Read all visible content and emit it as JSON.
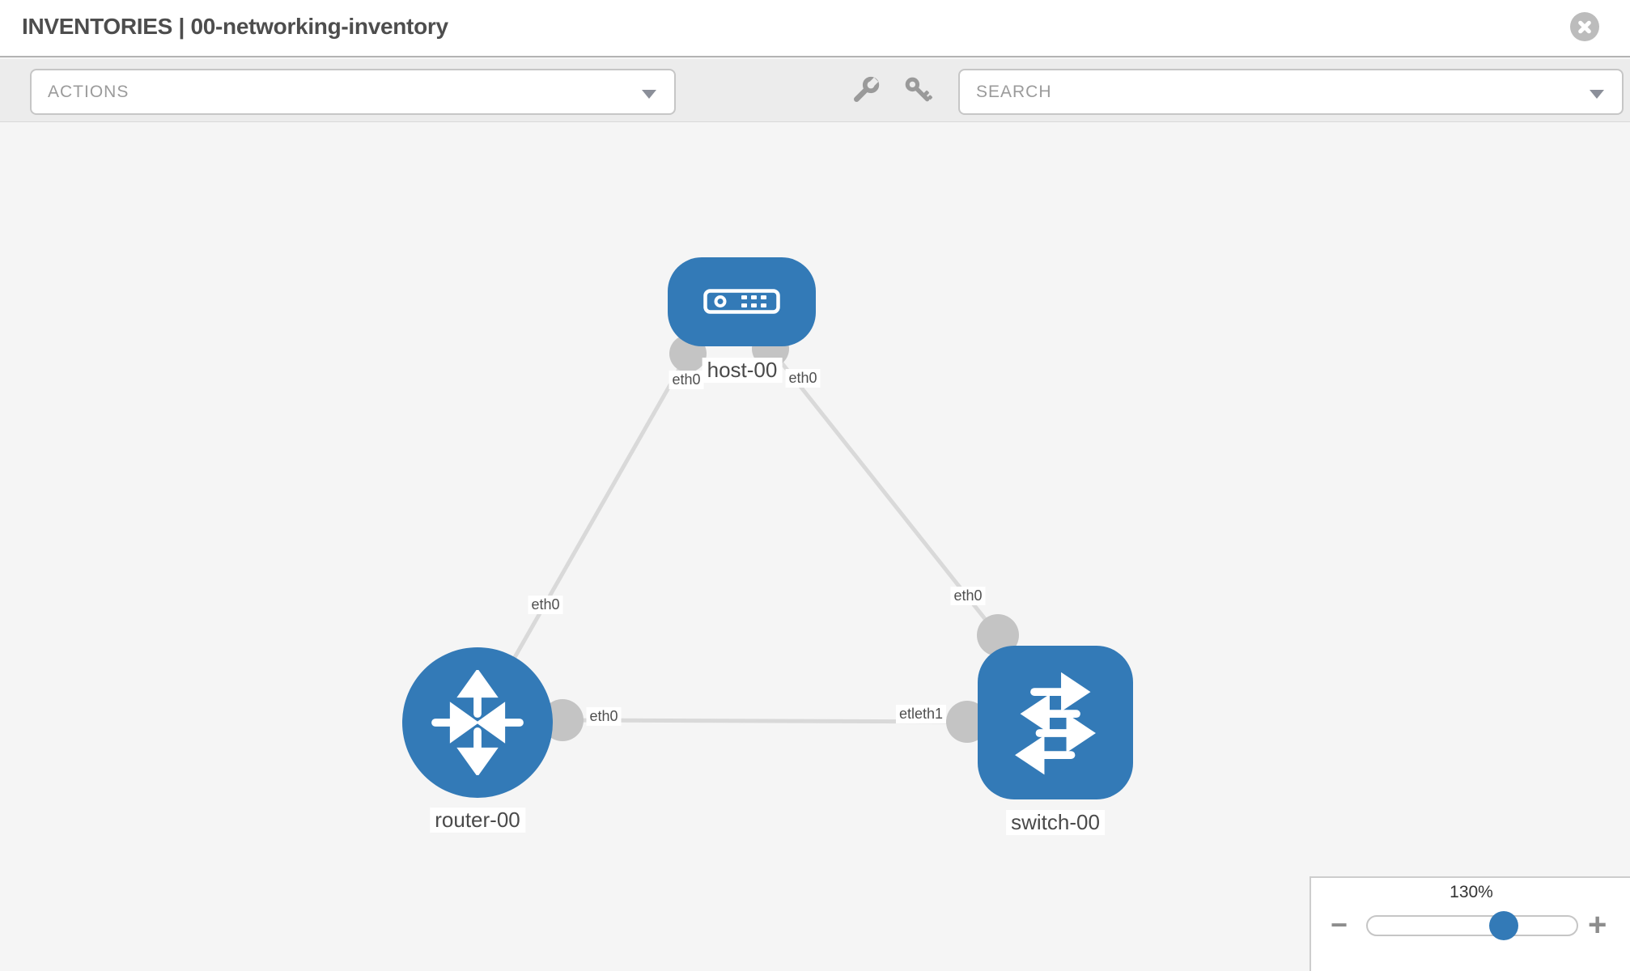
{
  "header": {
    "title": "INVENTORIES | 00-networking-inventory",
    "close_icon": "close-x"
  },
  "toolbar": {
    "actions_label": "ACTIONS",
    "search_placeholder": "SEARCH",
    "wrench_icon": "wrench",
    "key_icon": "key"
  },
  "topology": {
    "nodes": [
      {
        "id": "host-00",
        "type": "host",
        "label": "host-00"
      },
      {
        "id": "router-00",
        "type": "router",
        "label": "router-00"
      },
      {
        "id": "switch-00",
        "type": "switch",
        "label": "switch-00"
      }
    ],
    "links": [
      {
        "from": "host-00",
        "to": "router-00",
        "from_label": "eth0",
        "to_label": "eth0"
      },
      {
        "from": "host-00",
        "to": "switch-00",
        "from_label": "eth0",
        "to_label": "eth0"
      },
      {
        "from": "router-00",
        "to": "switch-00",
        "from_label": "eth0",
        "to_label": "etleth1"
      }
    ],
    "iface_labels": [
      {
        "text": "eth0"
      },
      {
        "text": "eth0"
      },
      {
        "text": "eth0"
      },
      {
        "text": "eth0"
      },
      {
        "text": "eth0"
      },
      {
        "text": "etleth1"
      }
    ]
  },
  "zoom_control": {
    "level": "130%",
    "minus_label": "−",
    "plus_label": "+"
  },
  "colors": {
    "accent_blue": "#337ab7",
    "link_gray": "#d9d9d9",
    "dot_gray": "#c4c4c4",
    "toolbar_bg": "#ececec"
  }
}
